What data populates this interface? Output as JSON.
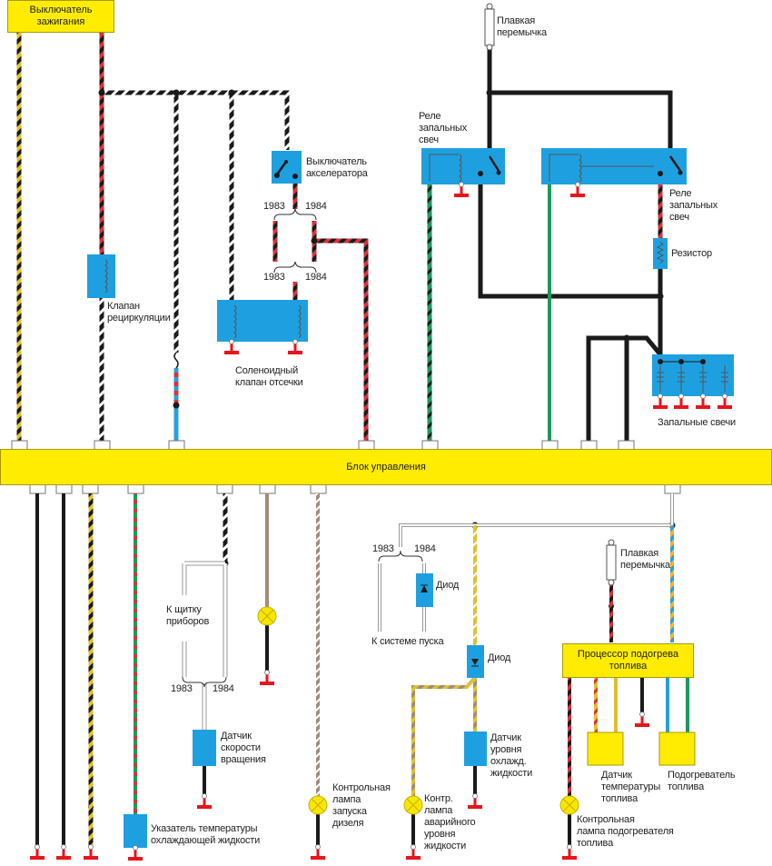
{
  "title": "Схема электрооборудования дизельного двигателя",
  "colors": {
    "yellow_box": "#ffec00",
    "blue_component": "#1ea0e0",
    "ground": "#e8141c",
    "wire_black": "#1a1a1a",
    "wire_red": "#d8323c",
    "wire_green": "#1a9a5a",
    "wire_yellow": "#e0c030",
    "wire_blue": "#2aa0d8",
    "wire_brown": "#a08c78",
    "wire_white": "#ffffff",
    "lamp": "#f7e600"
  },
  "components": {
    "ignition_switch": "Выключатель\nзажигания",
    "control_unit": "Блок управления",
    "fusible_link_top": "Плавкая\nперемычка",
    "accelerator_switch": "Выключатель\nакселератора",
    "glow_relay_left": "Реле\nзапальных\nсвеч",
    "glow_relay_right": "Реле\nзапальных\nсвеч",
    "resistor": "Резистор",
    "glow_plugs": "Запальные свечи",
    "recirc_valve": "Клапан\nрециркуляции",
    "solenoid_valve": "Соленоидный\nклапан отсечки",
    "instrument_panel": "К щитку\nприборов",
    "speed_sensor": "Датчик\nскорости\nвращения",
    "coolant_temp_gauge": "Указатель температуры\nохлаждающей жидкости",
    "diesel_start_lamp": "Контрольная\nлампа\nзапуска\nдизеля",
    "to_start_system": "К системе пуска",
    "diode_1": "Диод",
    "diode_2": "Диод",
    "coolant_level_sensor": "Датчик\nуровня\nохлажд.\nжидкости",
    "coolant_level_lamp": "Контр.\nлампа\nаварийного\nуровня\nжидкости",
    "fusible_link_bottom": "Плавкая\nперемычка",
    "fuel_heater_processor": "Процессор подогрева\nтоплива",
    "fuel_temp_sensor": "Датчик\nтемпературы\nтоплива",
    "fuel_heater": "Подогреватель\nтоплива",
    "fuel_heater_lamp": "Контрольная\nлампа подогревателя\nтоплива"
  },
  "year_labels": {
    "y1983": "1983",
    "y1984": "1984"
  }
}
